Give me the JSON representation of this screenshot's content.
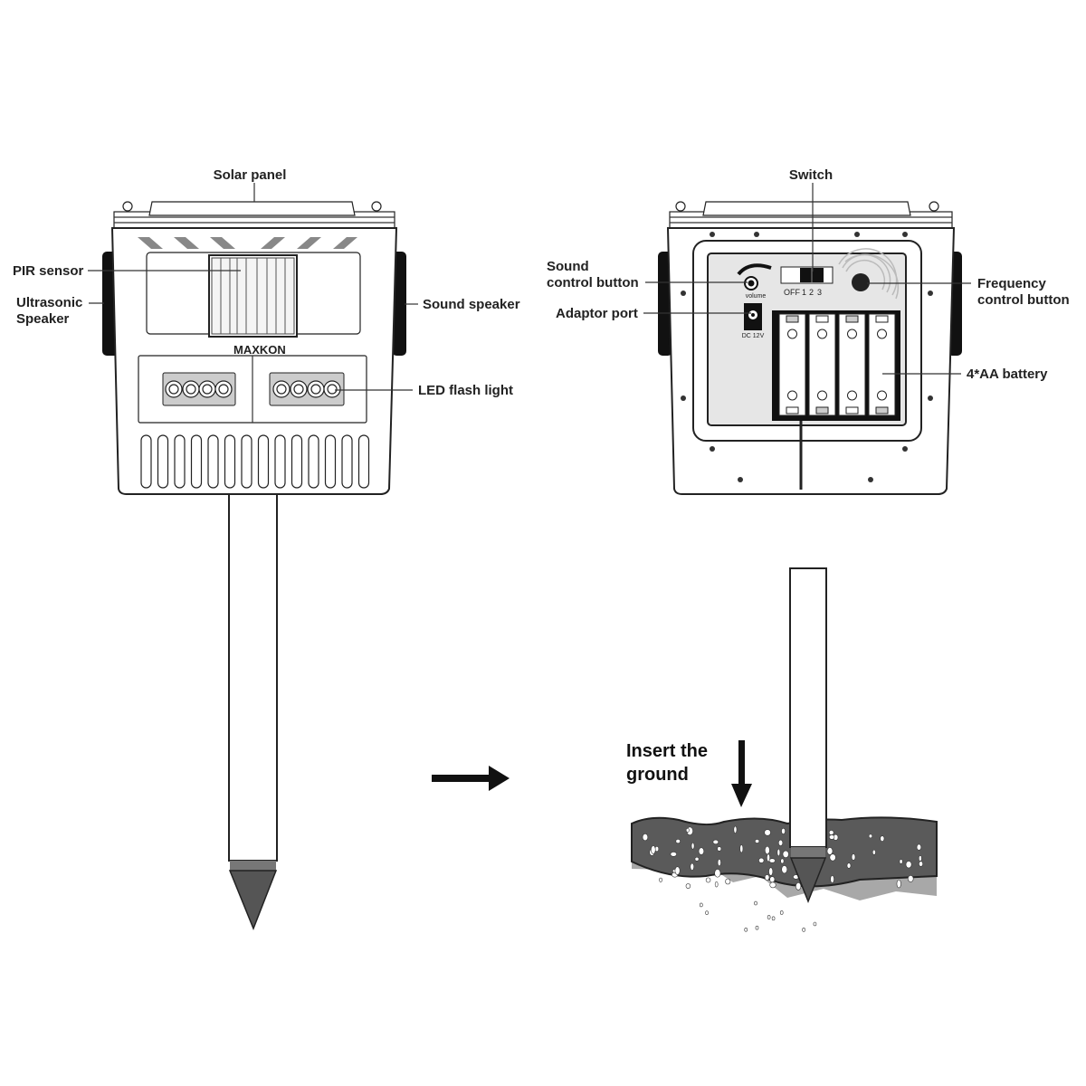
{
  "front": {
    "logo": "MAXKON",
    "labels": {
      "solar_panel": "Solar panel",
      "pir_sensor": "PIR sensor",
      "ultrasonic_1": "Ultrasonic",
      "ultrasonic_2": "Speaker",
      "sound_speaker": "Sound speaker",
      "led_flash": "LED flash light"
    }
  },
  "back": {
    "labels": {
      "switch": "Switch",
      "sound_control_1": "Sound",
      "sound_control_2": "control button",
      "adaptor_port": "Adaptor port",
      "frequency_1": "Frequency",
      "frequency_2": "control button",
      "battery": "4*AA battery"
    },
    "switch_positions": {
      "off": "OFF",
      "p1": "1",
      "p2": "2",
      "p3": "3"
    },
    "volume_text": "volume",
    "dc_text": "DC 12V"
  },
  "install": {
    "line1": "Insert the",
    "line2": "ground"
  },
  "colors": {
    "ink": "#222222",
    "soil_dark": "#5a5a5a",
    "soil_light": "#a8a8a8",
    "panel": "#e6e6e6"
  }
}
